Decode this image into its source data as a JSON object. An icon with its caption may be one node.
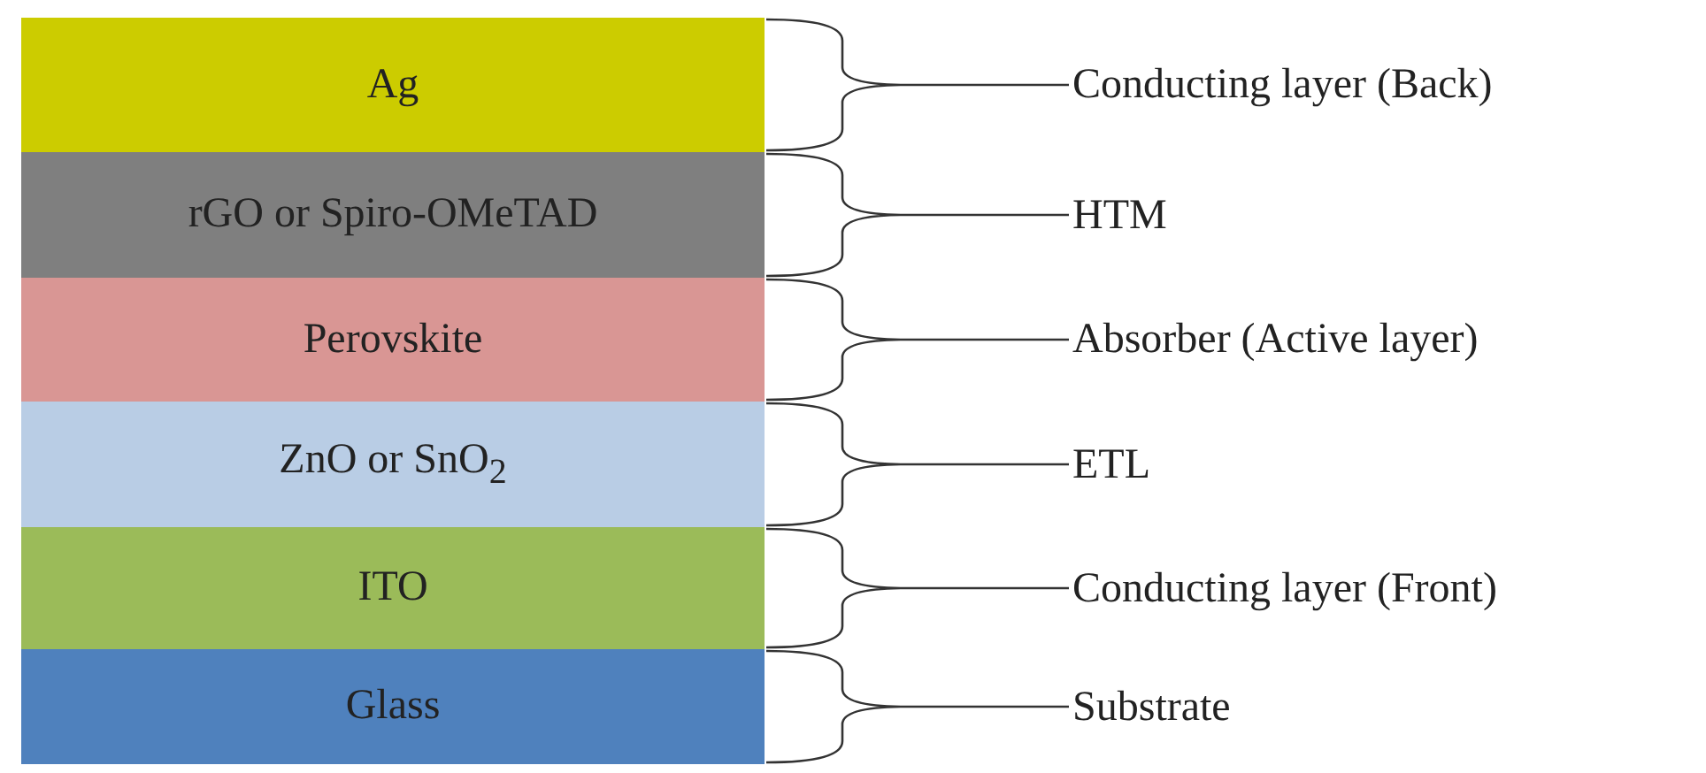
{
  "diagram": {
    "nodes": [
      {
        "text": [
          "Ag"
        ]
      },
      {
        "text": [
          "rGO or Spiro-OMeTAD"
        ]
      },
      {
        "text": [
          "Perovskite"
        ]
      },
      {
        "text": [
          "ZnO or SnO$_{2}$"
        ]
      },
      {
        "text": [
          "ITO"
        ]
      },
      {
        "text": [
          "Glass"
        ]
      },
      {
        "text": [
          "Conducting layer (Back)"
        ]
      },
      {
        "text": [
          "HTM"
        ]
      },
      {
        "text": [
          "Absorber (Active layer)"
        ]
      },
      {
        "text": [
          "ETL"
        ]
      },
      {
        "text": [
          "Conducting layer (Front)"
        ]
      },
      {
        "text": [
          "Substrate"
        ]
      }
    ],
    "edges": [
      {
        "from": 6,
        "to": 0,
        "arrow": "none"
      },
      {
        "from": 7,
        "to": 1,
        "arrow": "none"
      },
      {
        "from": 8,
        "to": 2,
        "arrow": "none"
      },
      {
        "from": 9,
        "to": 3,
        "arrow": "none"
      },
      {
        "from": 10,
        "to": 4,
        "arrow": "none"
      },
      {
        "from": 11,
        "to": 5,
        "arrow": "none"
      }
    ]
  }
}
